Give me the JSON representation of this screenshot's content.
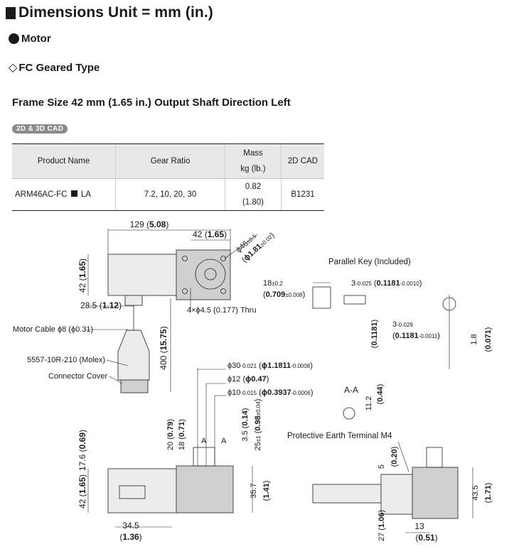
{
  "header": {
    "title": "Dimensions  Unit = mm (in.)"
  },
  "section": {
    "motor": "Motor",
    "type": "FC Geared Type"
  },
  "frame_line": "Frame Size 42 mm (1.65 in.)  Output Shaft Direction  Left",
  "cad_badge": "2D & 3D CAD",
  "table": {
    "headers": {
      "product": "Product Name",
      "gear": "Gear Ratio",
      "mass_top": "Mass",
      "mass_bottom": "kg (lb.)",
      "cad": "2D CAD"
    },
    "row": {
      "product_prefix": "ARM46AC-FC",
      "product_suffix": "LA",
      "gear": "7.2, 10, 20, 30",
      "mass_top": "0.82",
      "mass_bottom": "(1.80)",
      "cad": "B1231"
    }
  },
  "labels": {
    "parallel_key": "Parallel Key (Included)",
    "motor_cable": "Motor Cable ϕ8 (ϕ0.31)",
    "connector_model": "5557-10R-210 (Molex)",
    "connector_cover": "Connector Cover",
    "pe_terminal": "Protective Earth Terminal M4",
    "section_aa": "A-A",
    "thru": "4×ϕ4.5 (0.177) Thru"
  },
  "dims": {
    "overall_len": "129",
    "overall_len_in": "5.08",
    "flange": "42",
    "flange_in": "1.65",
    "pcd": "ϕ46",
    "pcd_tol": "±0.5",
    "pcd_in": "ϕ1.81",
    "pcd_in_tol": "±0.02",
    "height": "42",
    "height_in": "1.65",
    "lead_offset": "28.5",
    "lead_offset_in": "1.12",
    "cable_len": "400",
    "cable_len_in": "15.75",
    "pilot": "ϕ30",
    "pilot_in": "ϕ1.1811",
    "shaft12": "ϕ12",
    "shaft12_in": "ϕ0.47",
    "shaft10": "ϕ10",
    "shaft10_in": "ϕ0.3937",
    "d20": "20",
    "d20_in": "0.79",
    "d18": "18",
    "d18_in": "0.71",
    "d35": "3.5",
    "d35_in": "0.14",
    "d25": "25",
    "d25_tol": "±1",
    "d25_in": "0.98",
    "d25_in_tol": "±0.04",
    "d176": "17.6",
    "d176_in": "0.69",
    "d42b": "42",
    "d42b_in": "1.65",
    "d357": "35.7",
    "d357_in": "1.41",
    "d345": "34.5",
    "d345_in": "1.36",
    "key_len": "18",
    "key_len_tol": "±0.2",
    "key_len_in": "0.709",
    "key_len_in_tol": "±0.008",
    "key_w": "3",
    "key_w_in": "0.1181",
    "key_h": "3",
    "key_h_in": "0.1181",
    "key_depth": "1.8",
    "key_depth_in": "0.071",
    "d112": "11.2",
    "d112_in": "0.44",
    "d5": "5",
    "d5_in": "0.20",
    "d435": "43.5",
    "d435_in": "1.71",
    "d27": "27",
    "d27_in": "1.06",
    "d13": "13",
    "d13_in": "0.51",
    "section_letter": "A"
  }
}
